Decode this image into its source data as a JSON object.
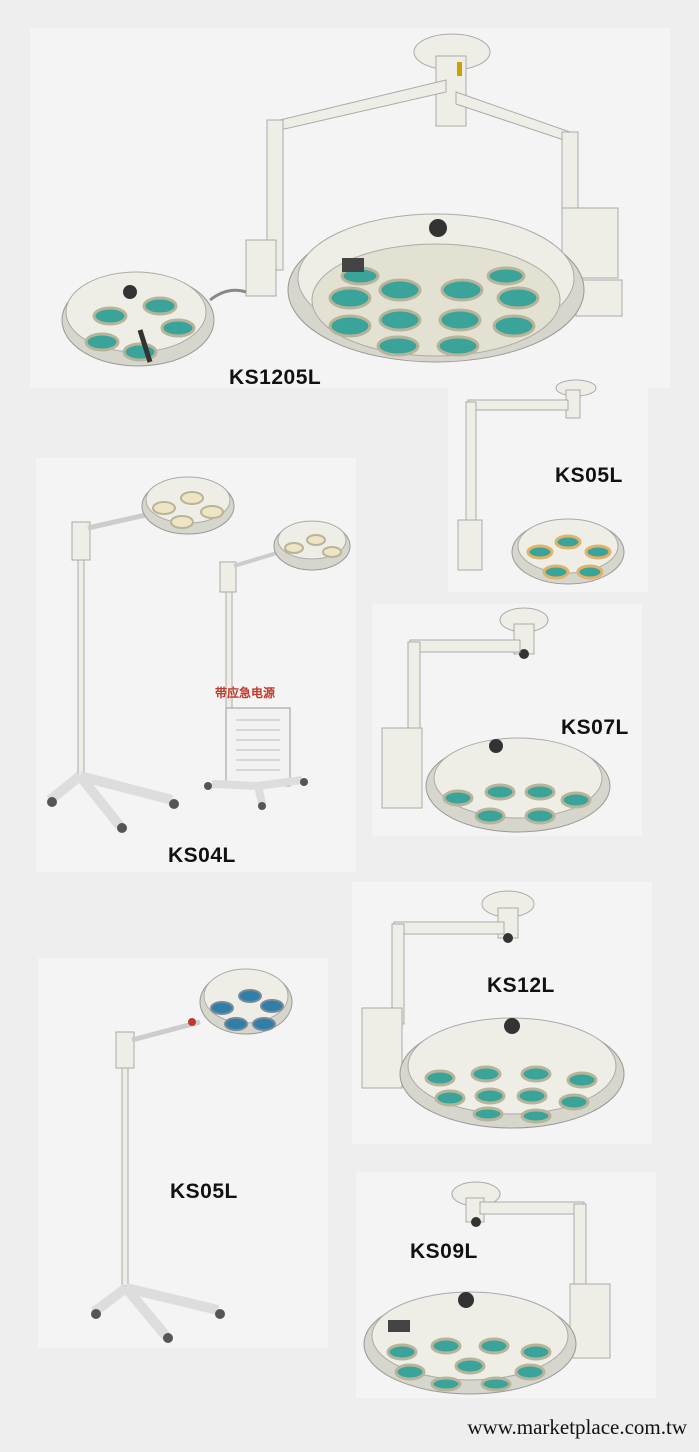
{
  "products": [
    {
      "model": "KS1205L"
    },
    {
      "model": "KS05L"
    },
    {
      "model": "KS04L",
      "note": "带应急电源"
    },
    {
      "model": "KS07L"
    },
    {
      "model": "KS12L"
    },
    {
      "model": "KS05L"
    },
    {
      "model": "KS09L"
    }
  ],
  "watermark": "www.marketplace.com.tw",
  "colors": {
    "background": "#eeeeee",
    "lamp_body": "#efeee6",
    "lens": "#3aa39a",
    "label": "#111111"
  }
}
